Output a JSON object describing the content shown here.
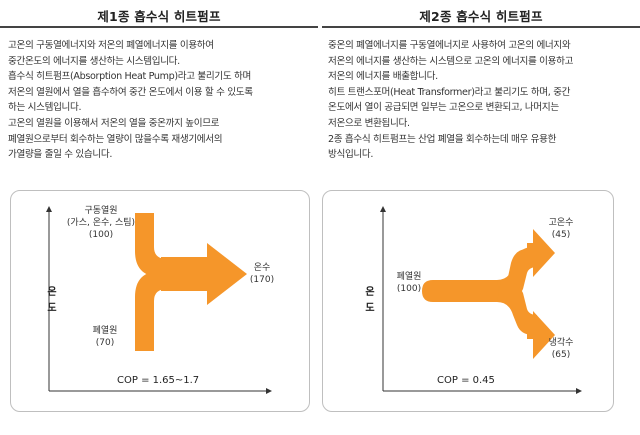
{
  "left_panel": {
    "title": "제1종 흡수식 히트펌프",
    "description": [
      "고온의 구동열에너지와 저온의 폐열에너지를 이용하여",
      "중간온도의 에너지를 생산하는 시스템입니다.",
      "흡수식 히트펌프(Absorption Heat Pump)라고 불리기도 하며",
      "저온의 열원에서 열을 흡수하여 중간 온도에서 이용 할 수 있도록",
      "하는 시스템입니다.",
      "고온의 열원을 이용해서 저온의 열을 중온까지 높이므로",
      "폐열원으로부터 회수하는 열량이 많을수록 재생기에서의",
      "가열량을 줄일 수 있습니다."
    ],
    "diagram": {
      "y_axis_label_1": "온",
      "y_axis_label_2": "도",
      "input_top_name": "구동열원",
      "input_top_detail": "(가스, 온수, 스팀)",
      "input_top_value": "(100)",
      "input_bottom_name": "폐열원",
      "input_bottom_value": "(70)",
      "output_name": "온수",
      "output_value": "(170)",
      "cop": "COP = 1.65~1.7"
    }
  },
  "right_panel": {
    "title": "제2종 흡수식 히트펌프",
    "description": [
      "중온의 폐열에너지를 구동열에너지로 사용하여 고온의 에너지와",
      "저온의 에너지를 생산하는 시스템으로 고온의 에너지를 이용하고",
      "저온의 에너지를 배출합니다.",
      "히트 트랜스포머(Heat Transformer)라고 불리기도 하며, 중간",
      "온도에서 열이 공급되면 일부는 고온으로 변환되고, 나머지는",
      "저온으로 변환됩니다.",
      "2종 흡수식 히트펌프는 산업 폐열을 회수하는데 매우 유용한",
      "방식입니다."
    ],
    "diagram": {
      "y_axis_label_1": "온",
      "y_axis_label_2": "도",
      "input_name": "폐열원",
      "input_value": "(100)",
      "output_top_name": "고온수",
      "output_top_value": "(45)",
      "output_bottom_name": "냉각수",
      "output_bottom_value": "(65)",
      "cop": "COP = 0.45"
    }
  },
  "colors": {
    "arrow": "#F5962A",
    "axis": "#333333",
    "box_border": "#bfbfbf",
    "title_rule": "#444444"
  }
}
